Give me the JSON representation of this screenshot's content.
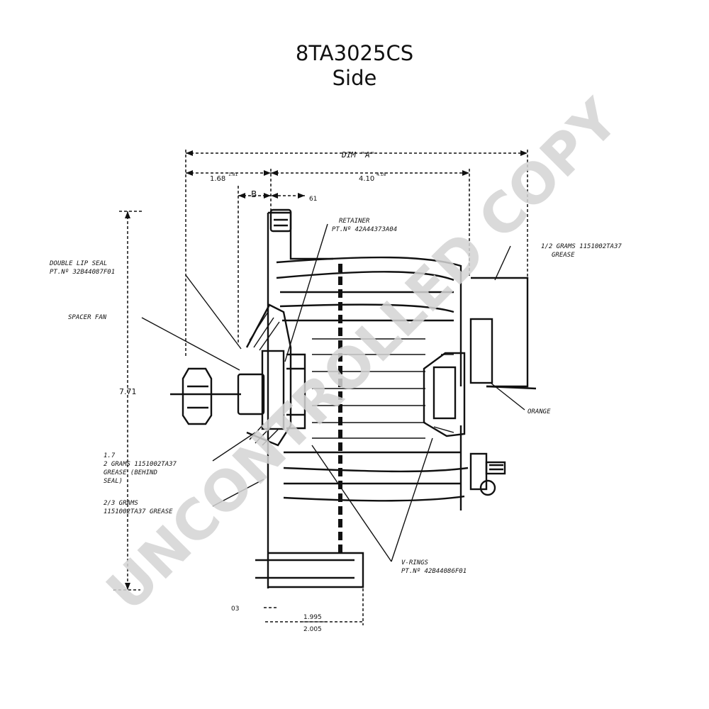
{
  "title": "8TA3025CS",
  "subtitle": "Side",
  "watermark": "UNCONTROLLED COPY",
  "dimensions": {
    "dim_a": "DIM \"A\"",
    "left_top": "1.68",
    "left_top_sup": "1.81",
    "right_top": "4.10",
    "right_top_sup": "4.18",
    "b": "B",
    "b_right": "61",
    "height": "7.71",
    "bottom_left": "03",
    "bottom_num": "1.995",
    "bottom_den": "2.005"
  },
  "labels": {
    "retainer_1": "RETAINER",
    "retainer_2": "PT.Nº 42A44373A04",
    "grease_top_1": "1/2 GRAMS 1151002TA37",
    "grease_top_2": "GREASE",
    "double_lip_1": "DOUBLE LIP SEAL",
    "double_lip_2": "PT.Nº 32B44087F01",
    "spacer": "SPACER FAN",
    "orange": "ORANGE",
    "grease_front_1": "1.7",
    "grease_front_2": "2 GRAMS 1151002TA37",
    "grease_front_3": "GREASE (BEHIND",
    "grease_front_4": "SEAL)",
    "grease_low_1": "2/3 GRAMS",
    "grease_low_2": "1151002TA37 GREASE",
    "vring_1": "V-RINGS",
    "vring_2": "PT.Nº 42B44086F01"
  }
}
